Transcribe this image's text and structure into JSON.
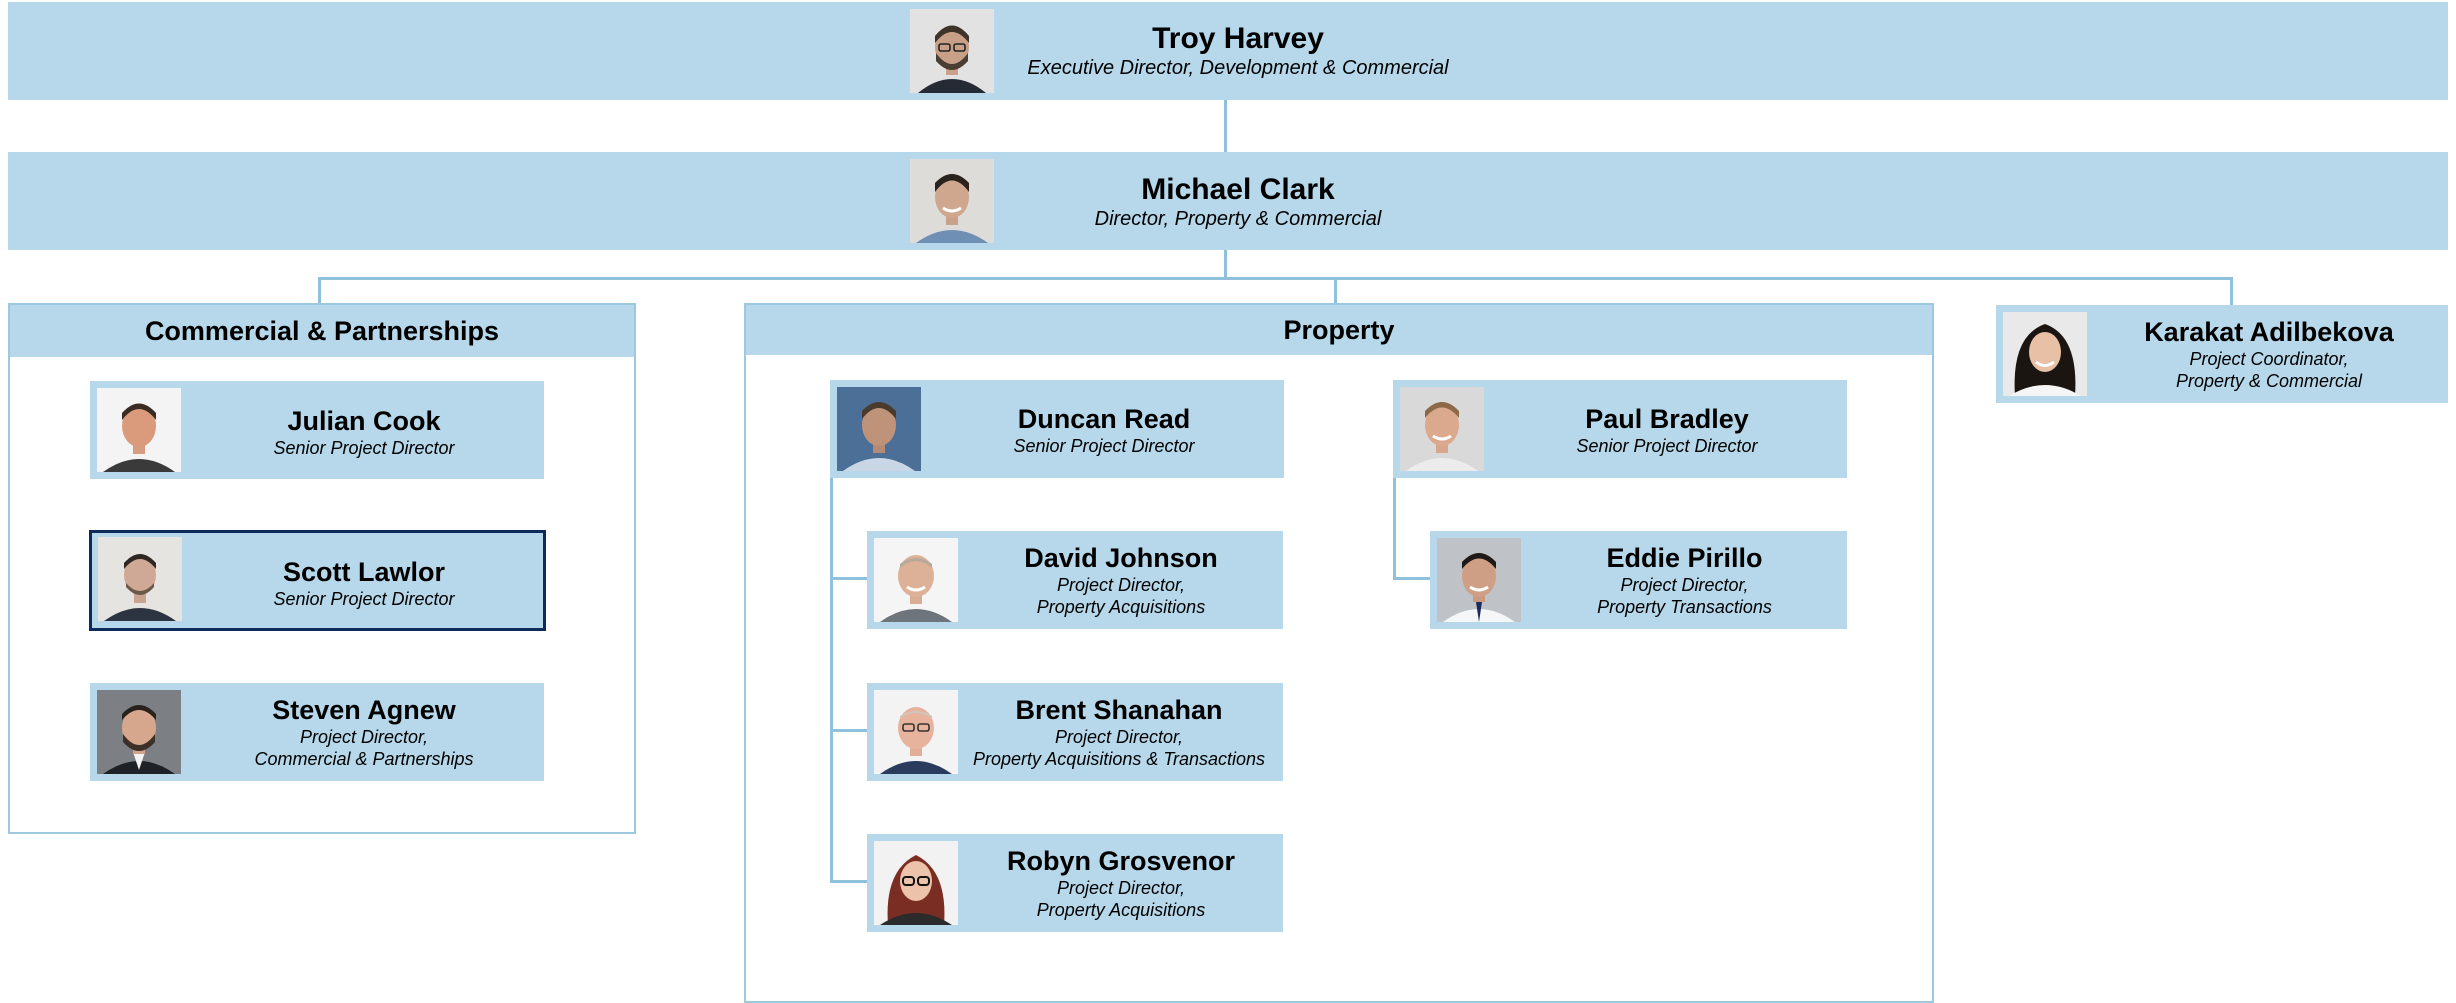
{
  "top": {
    "name": "Troy Harvey",
    "role": "Executive Director, Development & Commercial"
  },
  "second": {
    "name": "Michael Clark",
    "role": "Director, Property & Commercial"
  },
  "commercial": {
    "title": "Commercial & Partnerships",
    "members": [
      {
        "name": "Julian Cook",
        "role": "Senior Project Director"
      },
      {
        "name": "Scott Lawlor",
        "role": "Senior Project Director"
      },
      {
        "name": "Steven Agnew",
        "role_line1": "Project Director,",
        "role_line2": "Commercial & Partnerships"
      }
    ]
  },
  "property": {
    "title": "Property",
    "left_lead": {
      "name": "Duncan Read",
      "role": "Senior Project Director"
    },
    "left_reports": [
      {
        "name": "David Johnson",
        "role_line1": "Project Director,",
        "role_line2": "Property Acquisitions"
      },
      {
        "name": "Brent Shanahan",
        "role_line1": "Project Director,",
        "role_line2": "Property Acquisitions & Transactions"
      },
      {
        "name": "Robyn Grosvenor",
        "role_line1": "Project Director,",
        "role_line2": "Property Acquisitions"
      }
    ],
    "right_lead": {
      "name": "Paul Bradley",
      "role": "Senior Project Director"
    },
    "right_reports": [
      {
        "name": "Eddie Pirillo",
        "role_line1": "Project Director,",
        "role_line2": "Property Transactions"
      }
    ]
  },
  "coordinator": {
    "name": "Karakat Adilbekova",
    "role_line1": "Project Coordinator,",
    "role_line2": "Property & Commercial"
  },
  "colors": {
    "card_fill": "#b6d8ea",
    "connector": "#8fc1dc",
    "selected_border": "#0d2a5c"
  }
}
